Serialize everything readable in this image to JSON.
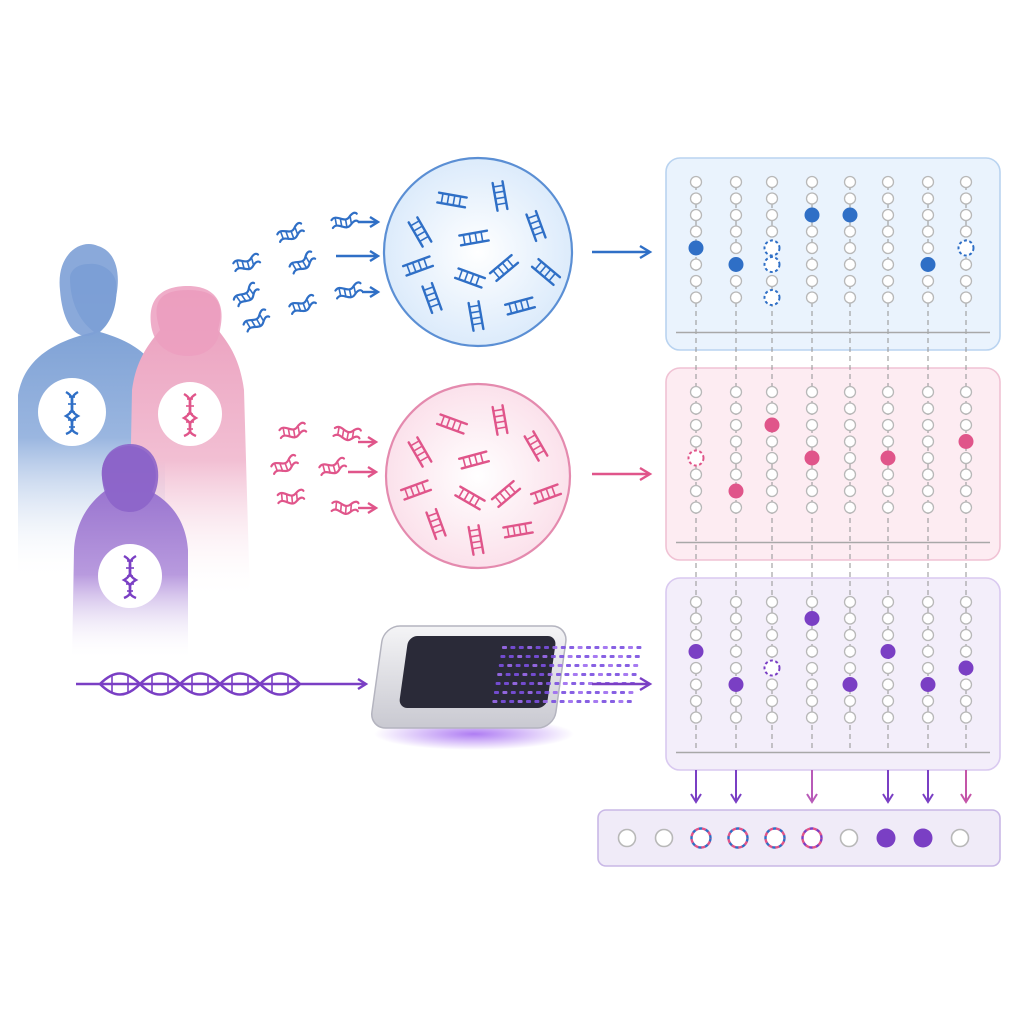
{
  "colors": {
    "father": "#2f6fc6",
    "mother": "#e0558a",
    "child": "#7a3fc4",
    "neutral": "#c4c4c4",
    "panel_father_fill": "#eaf3fd",
    "panel_mother_fill": "#fdecf2",
    "panel_child_fill": "#f3eefa",
    "result_fill": "#f0ebf8"
  },
  "icons": {
    "parents": "family-silhouettes",
    "fragments": "dna-fragment-icon",
    "chip": "sequencing-chip-icon",
    "helix": "dna-helix-icon"
  },
  "grid": {
    "columns": 8,
    "rows": 9,
    "panels": [
      {
        "name": "father",
        "color": "father",
        "filled": [
          [
            0,
            4
          ],
          [
            1,
            5
          ],
          [
            3,
            2
          ],
          [
            4,
            2
          ],
          [
            6,
            5
          ]
        ],
        "dashed": [
          [
            2,
            4
          ],
          [
            2,
            5
          ],
          [
            2,
            7
          ],
          [
            7,
            4
          ]
        ]
      },
      {
        "name": "mother",
        "color": "mother",
        "filled": [
          [
            2,
            2
          ],
          [
            1,
            6
          ],
          [
            3,
            4
          ],
          [
            5,
            4
          ],
          [
            7,
            3
          ]
        ],
        "dashed": [
          [
            0,
            4
          ]
        ]
      },
      {
        "name": "child",
        "color": "child",
        "filled": [
          [
            0,
            3
          ],
          [
            1,
            5
          ],
          [
            3,
            1
          ],
          [
            4,
            5
          ],
          [
            5,
            3
          ],
          [
            6,
            5
          ],
          [
            7,
            4
          ]
        ],
        "dashed": [
          [
            2,
            4
          ]
        ]
      }
    ]
  },
  "result": {
    "dots": [
      "neutral",
      "neutral",
      "mixed",
      "mixed",
      "mixed-blue",
      "mixed-purple",
      "neutral",
      "child",
      "child",
      "neutral"
    ]
  }
}
